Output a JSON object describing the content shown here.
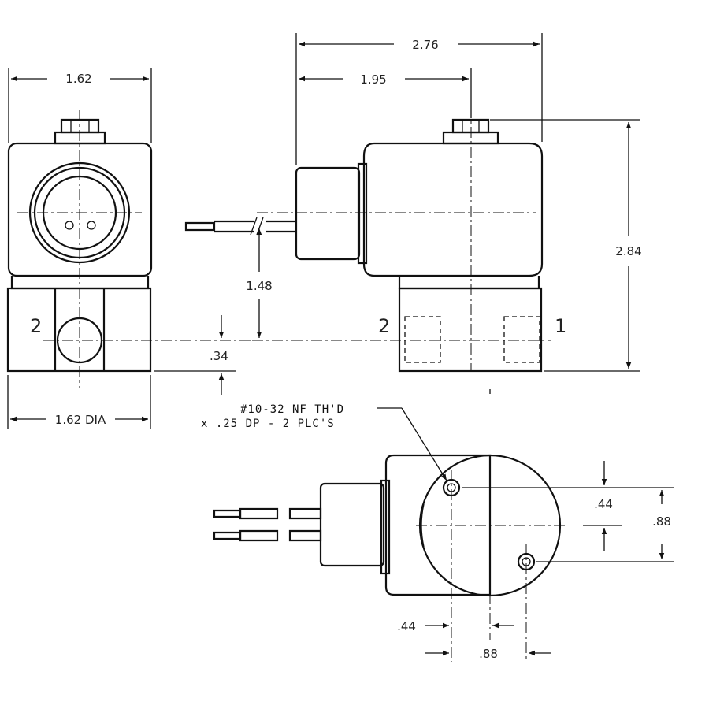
{
  "dimensions": {
    "front_width": "1.62",
    "front_base_dia": "1.62 DIA",
    "port_offset": ".34",
    "overall_length": "2.76",
    "body_length": "1.95",
    "overall_height": "2.84",
    "lead_height": "1.48",
    "hole_offset_y": ".44",
    "hole_spacing_y": ".88",
    "hole_offset_x": ".44",
    "hole_spacing_x": ".88"
  },
  "note": {
    "line1": "#10-32 NF TH'D",
    "line2": "x .25 DP - 2 PLC'S"
  },
  "ports": {
    "front_port": "2",
    "side_port_left": "2",
    "side_port_right": "1"
  }
}
